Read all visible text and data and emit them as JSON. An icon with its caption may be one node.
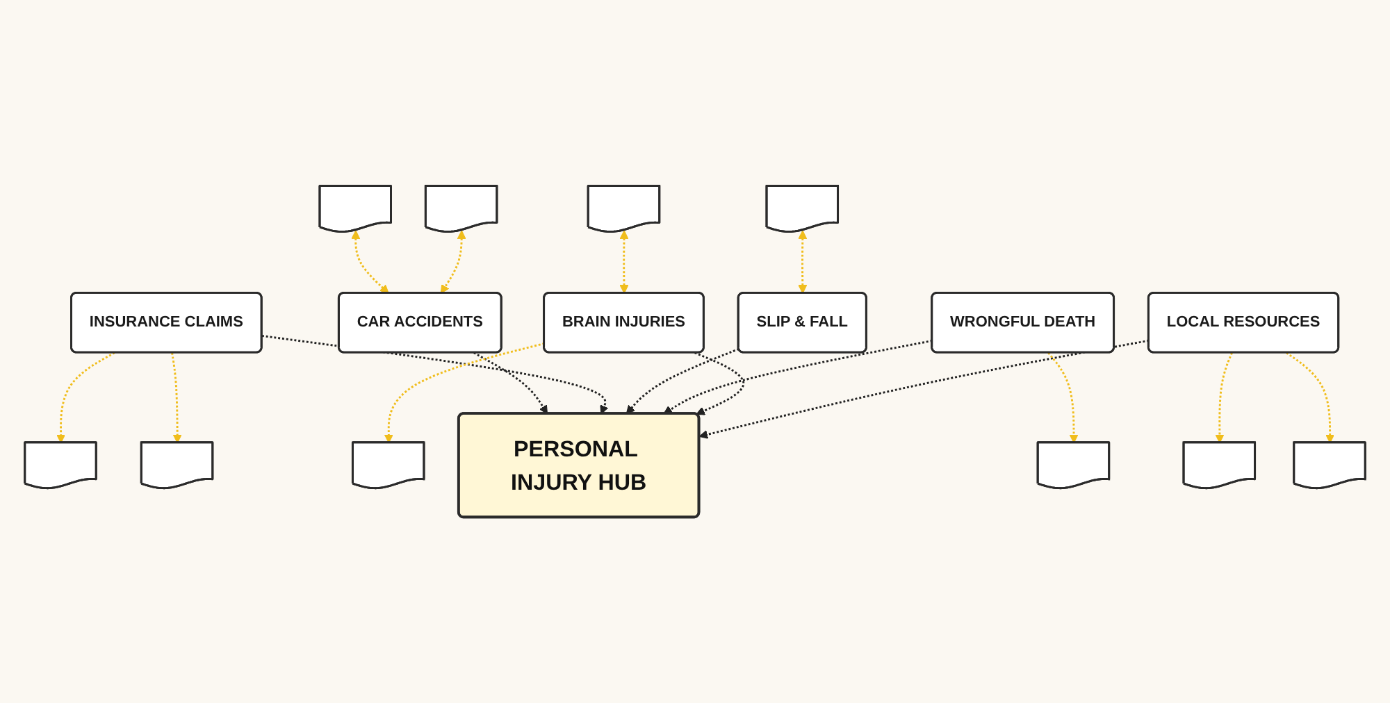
{
  "diagram": {
    "nodes": [
      {
        "text": [
          "CAR ACCIDENTS"
        ]
      },
      {
        "text": [
          "INSURANCE CLAIMS"
        ]
      },
      {
        "text": [
          "PERSONAL INJURY HUB"
        ]
      },
      {
        "text": [
          "SLIP & FALL"
        ]
      },
      {
        "text": [
          "WRONGFUL DEATH"
        ]
      },
      {
        "text": [
          "BRAIN INJURIES"
        ]
      },
      {
        "text": [
          "LOCAL RESOURCES"
        ]
      },
      {
        "text": [],
        "shape": "document"
      },
      {
        "text": [],
        "shape": "document"
      },
      {
        "text": [],
        "shape": "document"
      },
      {
        "text": [],
        "shape": "document"
      },
      {
        "text": [],
        "shape": "document"
      },
      {
        "text": [],
        "shape": "document"
      },
      {
        "text": [],
        "shape": "document"
      },
      {
        "text": [],
        "shape": "document"
      },
      {
        "text": [],
        "shape": "document"
      },
      {
        "text": [],
        "shape": "document"
      }
    ],
    "edges": [
      {
        "from": 0,
        "to": 2,
        "arrow": "to",
        "style": "dashed",
        "color": "#222222"
      },
      {
        "from": 1,
        "to": 2,
        "arrow": "to",
        "style": "dashed",
        "color": "#222222"
      },
      {
        "from": 3,
        "to": 2,
        "arrow": "to",
        "style": "dashed",
        "color": "#222222"
      },
      {
        "from": 4,
        "to": 2,
        "arrow": "to",
        "style": "dashed",
        "color": "#222222"
      },
      {
        "from": 5,
        "to": 2,
        "arrow": "to",
        "style": "dashed",
        "color": "#222222"
      },
      {
        "from": 6,
        "to": 2,
        "arrow": "to",
        "style": "dashed",
        "color": "#222222"
      },
      {
        "from": 7,
        "to": 0,
        "arrow": "both",
        "style": "dashed"
      },
      {
        "from": 8,
        "to": 0,
        "arrow": "both",
        "style": "dashed"
      },
      {
        "from": 1,
        "to": 9,
        "arrow": "to",
        "style": "dashed"
      },
      {
        "from": 1,
        "to": 10,
        "arrow": "to",
        "style": "dashed"
      },
      {
        "from": 11,
        "to": 3,
        "arrow": "both",
        "style": "dashed"
      },
      {
        "from": 4,
        "to": 12,
        "arrow": "to",
        "style": "dashed"
      },
      {
        "from": 13,
        "to": 5,
        "arrow": "both",
        "style": "dashed"
      },
      {
        "from": 5,
        "to": 14,
        "arrow": "to",
        "style": "dashed"
      },
      {
        "from": 6,
        "to": 15,
        "arrow": "to",
        "style": "dashed"
      },
      {
        "from": 6,
        "to": 16,
        "arrow": "to",
        "style": "dashed"
      }
    ]
  }
}
